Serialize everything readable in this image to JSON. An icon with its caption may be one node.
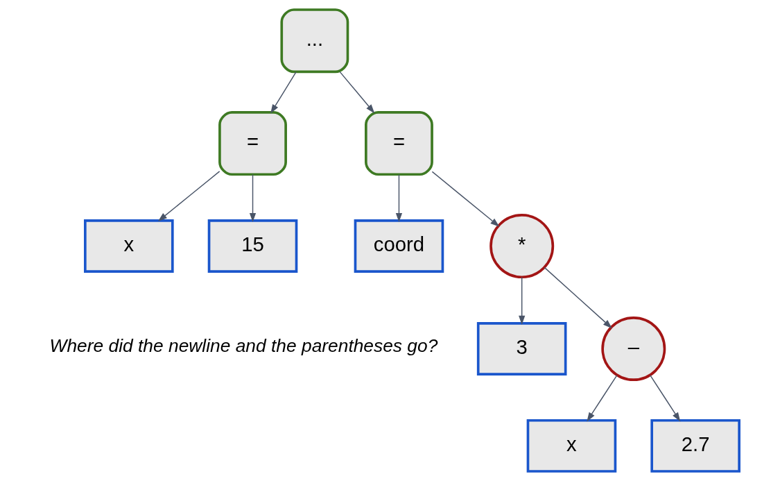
{
  "diagram": {
    "nodes": [
      {
        "text": [
          "..."
        ]
      },
      {
        "text": [
          "="
        ]
      },
      {
        "text": [
          "="
        ]
      },
      {
        "text": [
          "x"
        ]
      },
      {
        "text": [
          "15"
        ]
      },
      {
        "text": [
          "coord"
        ]
      },
      {
        "text": [
          "*"
        ]
      },
      {
        "text": [
          "3"
        ]
      },
      {
        "text": [
          "–"
        ]
      },
      {
        "text": [
          "x"
        ]
      },
      {
        "text": [
          "2.7"
        ]
      }
    ],
    "edges": [
      {
        "from": 0,
        "to": 1,
        "arrow": "to"
      },
      {
        "from": 0,
        "to": 2,
        "arrow": "to"
      },
      {
        "from": 1,
        "to": 3,
        "arrow": "to"
      },
      {
        "from": 1,
        "to": 4,
        "arrow": "to"
      },
      {
        "from": 2,
        "to": 5,
        "arrow": "to"
      },
      {
        "from": 2,
        "to": 6,
        "arrow": "to"
      },
      {
        "from": 6,
        "to": 7,
        "arrow": "to"
      },
      {
        "from": 6,
        "to": 8,
        "arrow": "to"
      },
      {
        "from": 8,
        "to": 9,
        "arrow": "to"
      },
      {
        "from": 8,
        "to": 10,
        "arrow": "to"
      }
    ],
    "labels": [
      "Where did the newline and the parentheses go?"
    ]
  }
}
